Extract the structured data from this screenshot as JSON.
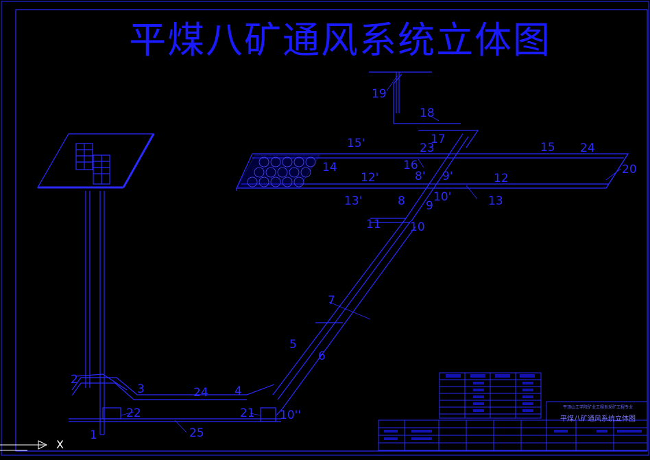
{
  "drawing": {
    "title": "平煤八矿通风系统立体图",
    "axis_label": "X",
    "labels": [
      {
        "id": "19",
        "text": "19"
      },
      {
        "id": "18",
        "text": "18"
      },
      {
        "id": "17",
        "text": "17"
      },
      {
        "id": "15p",
        "text": "15'"
      },
      {
        "id": "23",
        "text": "23"
      },
      {
        "id": "15",
        "text": "15"
      },
      {
        "id": "24a",
        "text": "24"
      },
      {
        "id": "14",
        "text": "14"
      },
      {
        "id": "16",
        "text": "16"
      },
      {
        "id": "8p",
        "text": "8'"
      },
      {
        "id": "9p",
        "text": "9'"
      },
      {
        "id": "20",
        "text": "20"
      },
      {
        "id": "12p",
        "text": "12'"
      },
      {
        "id": "12",
        "text": "12"
      },
      {
        "id": "13p",
        "text": "13'"
      },
      {
        "id": "10p",
        "text": "10'"
      },
      {
        "id": "13",
        "text": "13"
      },
      {
        "id": "8",
        "text": "8"
      },
      {
        "id": "9",
        "text": "9"
      },
      {
        "id": "11",
        "text": "11"
      },
      {
        "id": "10",
        "text": "10"
      },
      {
        "id": "7",
        "text": "7"
      },
      {
        "id": "5",
        "text": "5"
      },
      {
        "id": "6",
        "text": "6"
      },
      {
        "id": "2",
        "text": "2"
      },
      {
        "id": "3",
        "text": "3"
      },
      {
        "id": "24b",
        "text": "24"
      },
      {
        "id": "4",
        "text": "4"
      },
      {
        "id": "22",
        "text": "22"
      },
      {
        "id": "21",
        "text": "21"
      },
      {
        "id": "10pp",
        "text": "10''"
      },
      {
        "id": "1",
        "text": "1"
      },
      {
        "id": "25",
        "text": "25"
      }
    ]
  },
  "title_block": {
    "title": "平煤八矿通风系统立体图",
    "subtitle": "平顶山工学院矿业工程系采矿工程专业"
  },
  "colors": {
    "background": "#000000",
    "line": "#1a1aff",
    "frame": "#2a2aff"
  }
}
